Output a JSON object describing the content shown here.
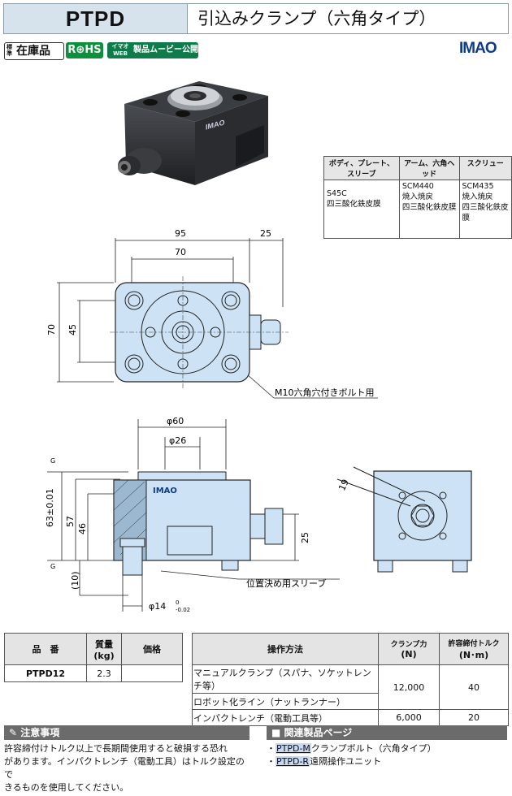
{
  "header": {
    "code": "PTPD",
    "title": "引込みクランプ（六角タイプ）"
  },
  "badges": {
    "stock_small": "標準",
    "stock": "在庫品",
    "rohs": "R⊕HS",
    "movie_small": "イマオ WEB",
    "movie": "製品ムービー公開"
  },
  "brand_logo": "IMAO",
  "product_photo_logo": "IMAO",
  "materials": {
    "headers": [
      "ボディ、プレート、スリーブ",
      "アーム、六角ヘッド",
      "スクリュー"
    ],
    "cells": [
      [
        "S45C",
        "四三酸化鉄皮膜"
      ],
      [
        "SCM440",
        "焼入焼戻",
        "四三酸化鉄皮膜"
      ],
      [
        "SCM435",
        "焼入焼戻",
        "四三酸化鉄皮膜"
      ]
    ]
  },
  "top_view": {
    "dims": {
      "w95": "95",
      "w70": "70",
      "w25": "25",
      "h70": "70",
      "h45": "45"
    },
    "callout": "M10六角穴付きボルト用"
  },
  "side_view": {
    "dims": {
      "d60": "φ60",
      "d26": "φ26",
      "h63": "63±0.01",
      "h57": "57",
      "h46": "46",
      "h25": "25",
      "h10": "(10)",
      "d14": "φ14",
      "d14tol_up": "0",
      "d14tol_low": "-0.02"
    },
    "callout": "位置決め用スリーブ",
    "logo": "IMAO",
    "g1": "G",
    "g2": "G"
  },
  "end_view": {
    "dims": {
      "hex": "19"
    }
  },
  "spec_table": {
    "headers": {
      "part": "品　番",
      "mass": "質量",
      "mass_unit": "(kg)",
      "price": "価格"
    },
    "rows": [
      {
        "part": "PTPD12",
        "mass": "2.3",
        "price": ""
      }
    ]
  },
  "op_table": {
    "headers": {
      "method": "操作方法",
      "force": "クランプ力",
      "force_unit": "(N)",
      "torque": "許容締付トルク",
      "torque_unit": "(N･m)"
    },
    "rows": [
      {
        "method": "マニュアルクランプ（スパナ、ソケットレンチ等）",
        "force": "12,000",
        "torque": "40"
      },
      {
        "method": "ロボット化ライン（ナットランナー）",
        "force": "",
        "torque": ""
      },
      {
        "method": "インパクトレンチ（電動工具等）",
        "force": "6,000",
        "torque": "20"
      }
    ]
  },
  "notes": {
    "title": "注意事項",
    "lines": [
      "許容締付けトルク以上で長期間使用すると破損する恐れ",
      "があります。インパクトレンチ（電動工具）はトルク設定ので",
      "きるものを使用してください。"
    ]
  },
  "related": {
    "title": "関連製品ページ",
    "items": [
      {
        "code": "PTPD-M",
        "text": "クランプボルト（六角タイプ）"
      },
      {
        "code": "PTPD-R",
        "text": "遠隔操作ユニット"
      }
    ]
  },
  "colors": {
    "header_bg": "#d6e3ec",
    "drawing_fill": "#cde3f5",
    "green": "#0e8f3c",
    "brand": "#0f3a8a",
    "bar": "#6b6b6b"
  }
}
